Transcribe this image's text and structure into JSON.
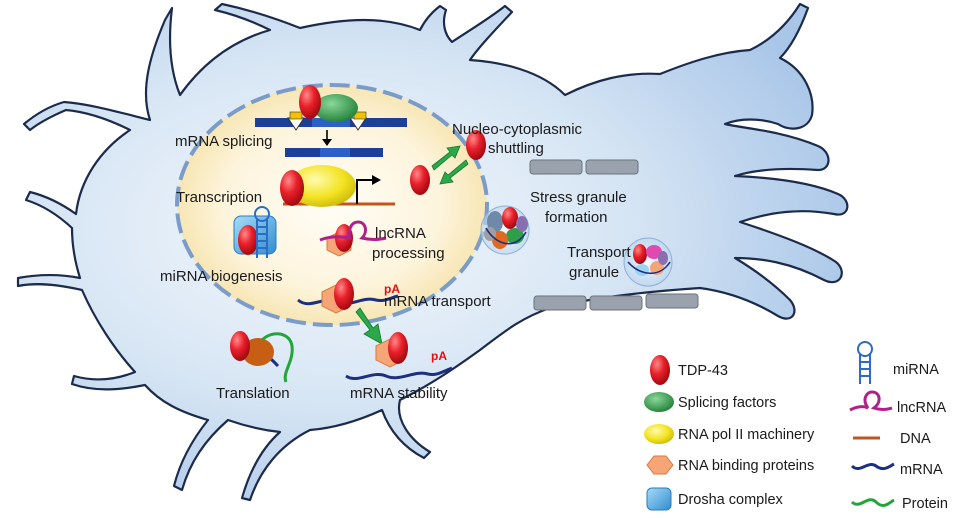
{
  "labels": {
    "mrna_splicing": "mRNA splicing",
    "transcription": "Transcription",
    "mirna_biogenesis": "miRNA biogenesis",
    "lncrna_processing_1": "lncRNA",
    "lncrna_processing_2": "processing",
    "mrna_transport": "mRNA transport",
    "translation": "Translation",
    "mrna_stability": "mRNA stability",
    "shuttling_1": "Nucleo-cytoplasmic",
    "shuttling_2": "shuttling",
    "stress_granule_1": "Stress granule",
    "stress_granule_2": "formation",
    "transport_granule_1": "Transport",
    "transport_granule_2": "granule",
    "polya": "pA"
  },
  "legend_left": [
    {
      "label": "TDP-43",
      "icon": "tdp43-icon"
    },
    {
      "label": "Splicing factors",
      "icon": "splicing-factor-icon"
    },
    {
      "label": "RNA pol II machinery",
      "icon": "rna-pol-ii-icon"
    },
    {
      "label": "RNA binding proteins",
      "icon": "rna-binding-protein-icon"
    },
    {
      "label": "Drosha complex",
      "icon": "drosha-complex-icon"
    }
  ],
  "legend_right": [
    {
      "label": "miRNA",
      "icon": "mirna-icon"
    },
    {
      "label": "lncRNA",
      "icon": "lncrna-icon"
    },
    {
      "label": "DNA",
      "icon": "dna-icon"
    },
    {
      "label": "mRNA",
      "icon": "mrna-icon"
    },
    {
      "label": "Protein",
      "icon": "protein-icon"
    }
  ],
  "colors": {
    "tdp43": "#e0202a",
    "splicing_factor": "#2e9e4a",
    "rna_pol_ii": "#f2e21a",
    "rbp": "#f6a676",
    "drosha": "#4aa8e0",
    "mirna": "#2c6cc4",
    "lncrna": "#b0208a",
    "dna": "#c0561e",
    "mrna": "#1c2f80",
    "protein": "#22a63a",
    "arrow": "#2aa84a",
    "cell_outline": "#1c2b4a",
    "cytoplasm": "#cfe0f2",
    "nucleus": "#fbf0d0"
  }
}
